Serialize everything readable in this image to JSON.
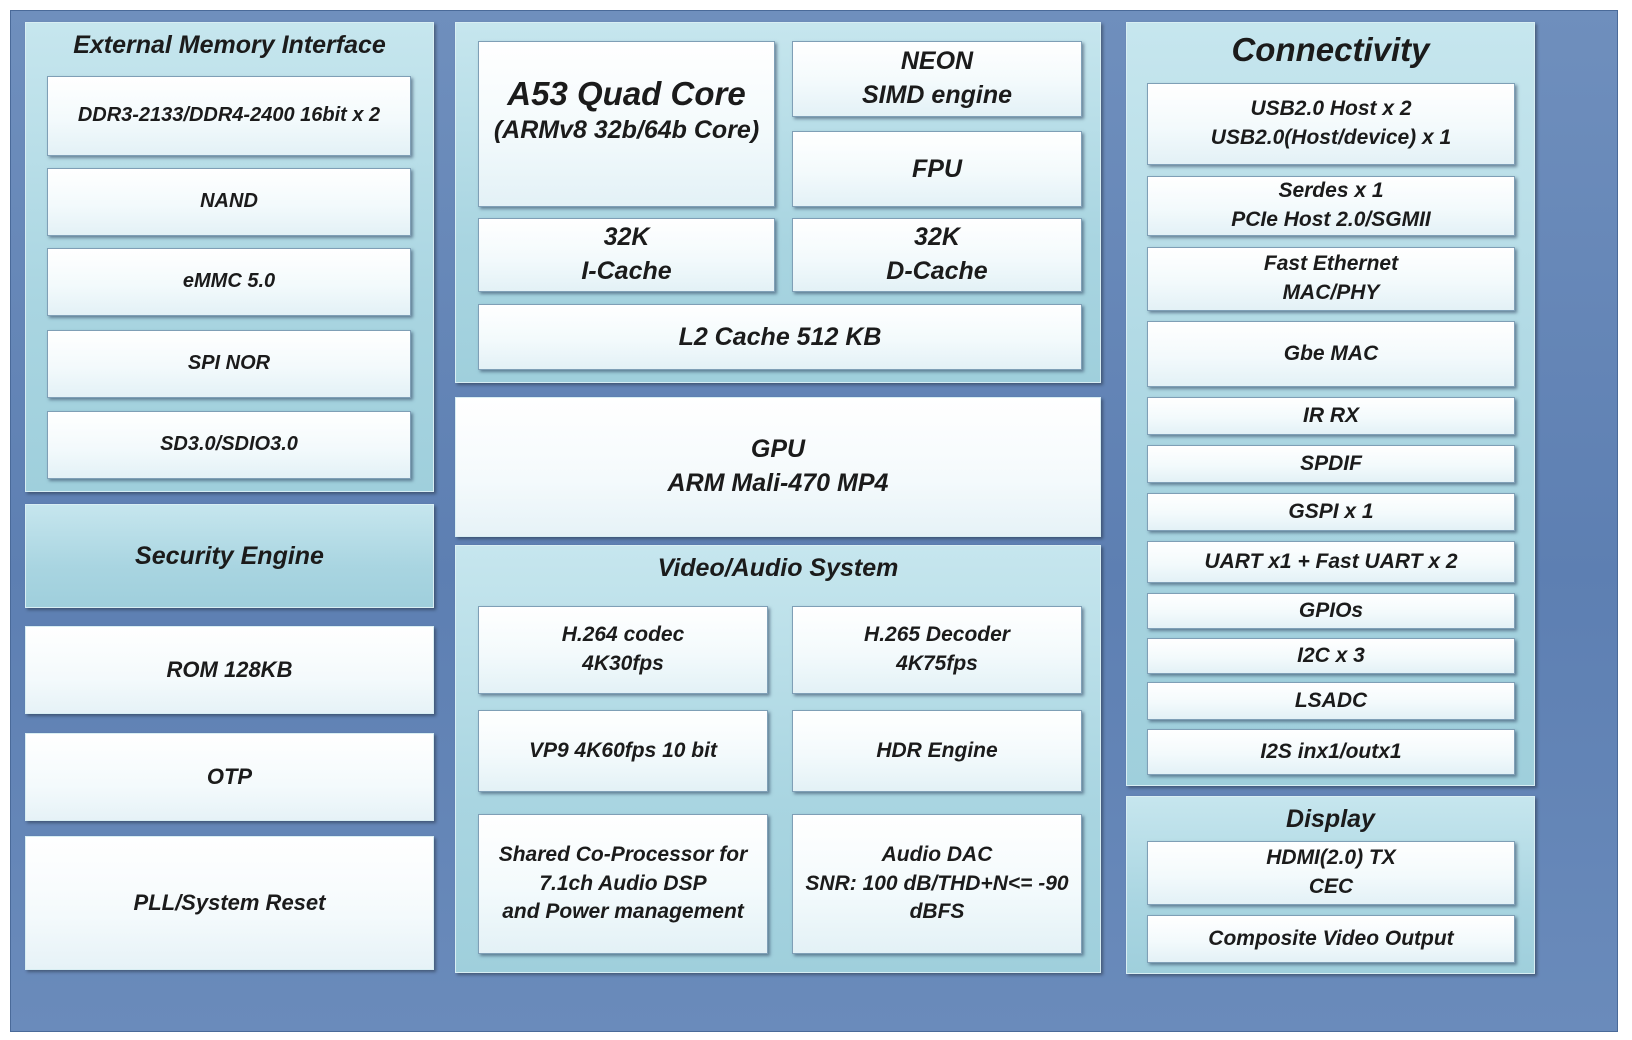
{
  "external_memory": {
    "title": "External Memory Interface",
    "items": [
      "DDR3-2133/DDR4-2400 16bit x 2",
      "NAND",
      "eMMC 5.0",
      "SPI NOR",
      "SD3.0/SDIO3.0"
    ]
  },
  "security_engine": "Security Engine",
  "rom": "ROM 128KB",
  "otp": "OTP",
  "pll": "PLL/System Reset",
  "cpu": {
    "core_title": "A53 Quad Core",
    "core_subtitle": "(ARMv8 32b/64b Core)",
    "neon": "NEON\nSIMD engine",
    "fpu": "FPU",
    "icache": "32K\nI-Cache",
    "dcache": "32K\nD-Cache",
    "l2": "L2 Cache 512 KB"
  },
  "gpu": "GPU\nARM Mali-470 MP4",
  "video_audio": {
    "title": "Video/Audio System",
    "h264": "H.264 codec\n4K30fps",
    "h265": "H.265 Decoder\n4K75fps",
    "vp9": "VP9 4K60fps 10 bit",
    "hdr": "HDR Engine",
    "coproc": "Shared Co-Processor for\n7.1ch Audio DSP\nand Power management",
    "dac": "Audio DAC\nSNR: 100 dB/THD+N<=  -90\ndBFS"
  },
  "connectivity": {
    "title": "Connectivity",
    "items": [
      "USB2.0 Host x 2\nUSB2.0(Host/device) x 1",
      "Serdes x 1\nPCIe Host 2.0/SGMII",
      "Fast Ethernet\nMAC/PHY",
      "Gbe MAC",
      "IR RX",
      "SPDIF",
      "GSPI x 1",
      "UART x1 + Fast UART x 2",
      "GPIOs",
      "I2C x 3",
      "LSADC",
      "I2S inx1/outx1"
    ]
  },
  "display": {
    "title": "Display",
    "items": [
      "HDMI(2.0) TX\nCEC",
      "Composite Video Output"
    ]
  }
}
